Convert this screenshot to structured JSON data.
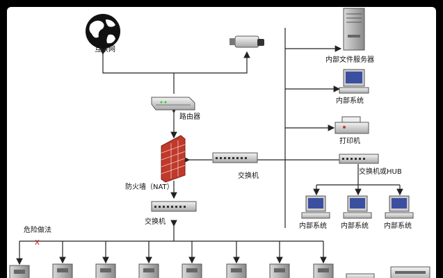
{
  "nodes": {
    "internet": "互联网",
    "camera": "",
    "router": "路由器",
    "firewall": "防火墙（NAT）",
    "switch_center": "交换机",
    "switch_lower": "交换机",
    "file_server": "内部文件服务器",
    "internal_system_top": "内部系统",
    "printer": "打印机",
    "switch_hub": "交换机或HUB",
    "pc_a": "内部系统",
    "pc_b": "内部系统",
    "pc_c": "内部系统",
    "danger_label": "危险做法",
    "danger_mark": "X"
  },
  "colors": {
    "line": "#222222",
    "firewall_brick": "#c0392b",
    "screen": "#3b4fa0"
  }
}
